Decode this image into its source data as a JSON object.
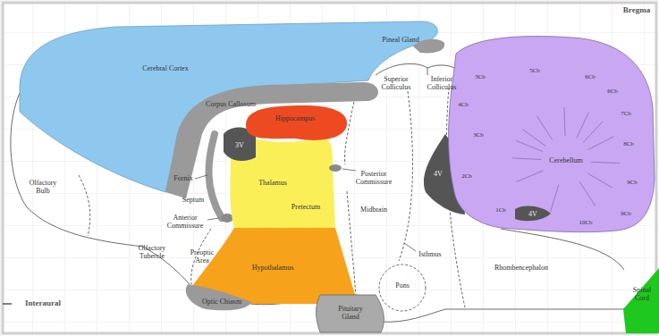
{
  "diagram": {
    "nodes": [
      {
        "text": [
          "Cerebral Cortex"
        ]
      },
      {
        "text": [
          "Corpus Callosum"
        ]
      },
      {
        "text": [
          "Pineal Gland"
        ]
      },
      {
        "text": [
          "Hippocampus"
        ]
      },
      {
        "text": [
          "Thalamus",
          "Pretectum"
        ]
      },
      {
        "text": [
          "Hypothalamus"
        ]
      },
      {
        "text": [
          "Optic Chiasm"
        ]
      },
      {
        "text": [
          "Pituitary Gland"
        ]
      },
      {
        "text": [
          "Cerebellum"
        ]
      },
      {
        "text": [
          "Spinal Cord"
        ]
      }
    ],
    "labels": [
      "Bregma",
      "Interaural",
      "Olfactory Bulb",
      "Fornix",
      "Septum",
      "Anterior Commissure",
      "Olfactory Tubercle",
      "Preoptic Area",
      "Superior Colliculus",
      "Inferior Colliculus",
      "Posterior Commissure",
      "Midbrain",
      "Isthmus",
      "Pons",
      "Rhombencephalon",
      "3V",
      "4V",
      "4V",
      "3Cb",
      "4Cb",
      "3Cb",
      "2Cb",
      "1Cb",
      "5Cb",
      "6Cb",
      "6Cb",
      "7Cb",
      "8Cb",
      "9Cb",
      "9Cb",
      "10Cb"
    ]
  }
}
